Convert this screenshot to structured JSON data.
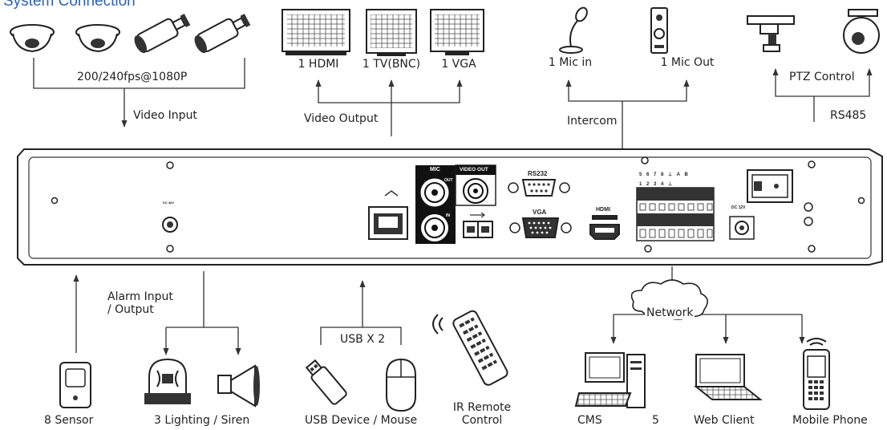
{
  "title": "System Connection",
  "labels": {
    "camera_spec": "200/240fps@1080P",
    "video_input": "Video Input",
    "hdmi_out": "1 HDMI",
    "tv_out": "1 TV(BNC)",
    "vga_out": "1 VGA",
    "video_output": "Video Output",
    "mic_in": "1 Mic in",
    "mic_out": "1 Mic Out",
    "intercom": "Intercom",
    "ptz_control": "PTZ Control",
    "rs485": "RS485",
    "alarm_io": "Alarm Input\n/ Output",
    "usb_x2": "USB X 2",
    "network": "Network",
    "sensor": "8 Sensor",
    "lighting_siren": "3 Lighting / Siren",
    "usb_device_mouse": "USB Device / Mouse",
    "ir_remote": "IR Remote\nControl",
    "cms": "CMS",
    "cms_trail": "5",
    "web_client": "Web Client",
    "mobile_phone": "Mobile Phone"
  },
  "panel": {
    "mic": "MIC",
    "mic_out": "OUT",
    "mic_in": "IN",
    "video_out": "VIDEO OUT",
    "rs232": "RS232",
    "vga": "VGA",
    "hdmi": "HDMI",
    "dc_left": "DC 48V",
    "dc_right": "DC 12V",
    "alarm_row1": "5 6 7 8 ⊥   A B",
    "alarm_row2": "1 2 3 4 ⊥"
  },
  "colors": {
    "title": "#2a63b8",
    "line": "#333333",
    "panel_fill": "#ffffff",
    "port_black": "#1a1a1a"
  },
  "icons": [
    "dome-camera-icon",
    "bullet-camera-icon",
    "monitor-icon",
    "microphone-icon",
    "speaker-icon",
    "ptz-camera-icon",
    "speed-dome-icon",
    "ethernet-port-icon",
    "usb-port-icon",
    "sensor-icon",
    "alarm-light-icon",
    "siren-icon",
    "usb-stick-icon",
    "mouse-icon",
    "remote-control-icon",
    "cloud-icon",
    "desktop-pc-icon",
    "laptop-icon",
    "mobile-phone-icon"
  ]
}
